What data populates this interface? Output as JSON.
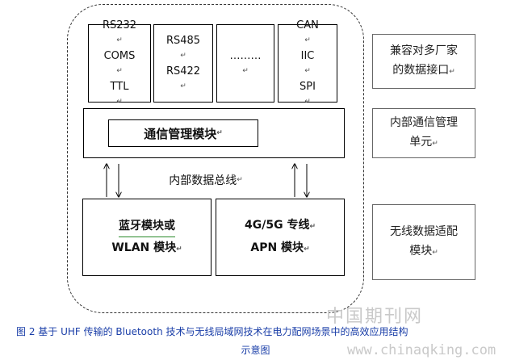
{
  "interfaces": [
    {
      "lines": [
        "RS232",
        "COMS",
        "TTL"
      ]
    },
    {
      "lines": [
        "RS485",
        "RS422"
      ]
    },
    {
      "lines": [
        "………"
      ]
    },
    {
      "lines": [
        "CAN",
        "IIC",
        "SPI"
      ]
    }
  ],
  "comm_module": "通信管理模块",
  "bus_label": "内部数据总线",
  "bt_module": {
    "line1": "蓝牙模块或",
    "line2": "WLAN 模块"
  },
  "apn_module": {
    "line1": "4G/5G 专线",
    "line2": "APN 模块"
  },
  "side_labels": [
    {
      "lines": [
        "兼容对多厂家",
        "的数据接口"
      ]
    },
    {
      "lines": [
        "内部通信管理",
        "单元"
      ]
    },
    {
      "lines": [
        "无线数据适配",
        "模块"
      ]
    }
  ],
  "caption": {
    "line1": "图 2 基于 UHF 传输的 Bluetooth 技术与无线局域网技术在电力配网场景中的高效应用结构",
    "line2": "示意图"
  },
  "watermark": {
    "site_cn": "中国期刊网",
    "url": "www.chinaqking.com"
  },
  "colors": {
    "caption": "#1a3ea8",
    "watermark": "#c9c9c9"
  }
}
